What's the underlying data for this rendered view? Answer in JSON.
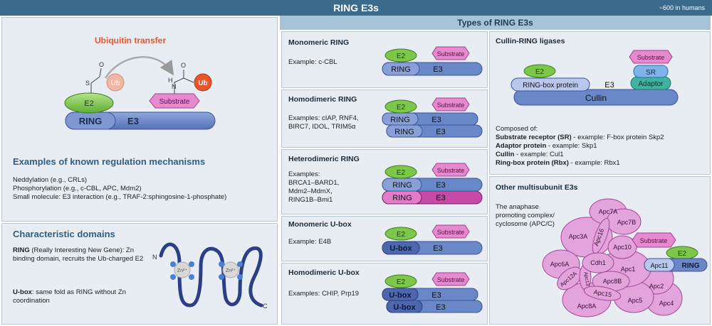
{
  "header": {
    "title": "RING E3s",
    "count": "~600 in humans"
  },
  "left": {
    "transfer_title": "Ubiquitin transfer",
    "labels": {
      "ub": "Ub",
      "e2": "E2",
      "substrate": "Substrate",
      "ring": "RING",
      "e3": "E3",
      "s": "S",
      "h": "H",
      "n": "N",
      "o": "O"
    },
    "regulation": {
      "title": "Examples of known regulation mechanisms",
      "lines": [
        "Neddylation (e.g., CRLs)",
        "Phosphorylation (e.g., c-CBL, APC, Mdm2)",
        "Small molecule: E3 interaction (e.g., TRAF-2:sphingosine-1-phosphate)"
      ]
    },
    "domains": {
      "title": "Characteristic domains",
      "ring_term": "RING",
      "ring_desc": " (Really Interesting New Gene): Zn binding domain, recruits the Ub-charged E2",
      "ubox_term": "U-box",
      "ubox_desc": ": same fold as RING without Zn coordination",
      "zn": "Zn²⁺",
      "n_label": "N",
      "c_label": "C"
    }
  },
  "types": {
    "title": "Types of RING E3s",
    "monomeric_ring": {
      "title": "Monomeric RING",
      "example": "Example: c-CBL"
    },
    "homodimeric_ring": {
      "title": "Homodimeric RING",
      "examples": [
        "Examples: cIAP, RNF4,",
        "BIRC7, IDOL, TRIM5α"
      ]
    },
    "heterodimeric_ring": {
      "title": "Heterodimeric RING",
      "examples": [
        "Examples:",
        "BRCA1–BARD1,",
        "Mdm2–MdmX,",
        "RING1B–Bmi1"
      ]
    },
    "monomeric_ubox": {
      "title": "Monomeric U-box",
      "example": "Example: E4B"
    },
    "homodimeric_ubox": {
      "title": "Homodimeric U-box",
      "example": "Examples: CHIP, Prp19"
    },
    "shape_labels": {
      "e2": "E2",
      "substrate": "Substrate",
      "ring": "RING",
      "e3": "E3",
      "ubox": "U-box"
    }
  },
  "crl": {
    "title": "Cullin-RING ligases",
    "labels": {
      "substrate": "Substrate",
      "sr": "SR",
      "adaptor": "Adaptor",
      "e2": "E2",
      "ringbox": "RING-box protein",
      "e3": "E3",
      "cullin": "Cullin"
    },
    "composed": "Composed of:",
    "items": [
      {
        "term": "Substrate receptor (SR)",
        "desc": " - example: F-box protein Skp2"
      },
      {
        "term": "Adaptor protein",
        "desc": " - example: Skp1"
      },
      {
        "term": "Cullin",
        "desc": " - example: Cul1"
      },
      {
        "term": "Ring-box protein (Rbx)",
        "desc": " -  example: Rbx1"
      }
    ]
  },
  "multi": {
    "title": "Other multisubunit E3s",
    "desc": [
      "The anaphase",
      "promoting complex/",
      "cyclosome (APC/C)"
    ],
    "subunits": [
      "Apc7A",
      "Apc7B",
      "Apc3A",
      "Apc16",
      "Apc10",
      "Apc6A",
      "Cdh1",
      "Apc12A",
      "Apc13",
      "Apc8B",
      "Apc1",
      "Apc15",
      "Apc8A",
      "Apc5",
      "Apc2",
      "Apc4",
      "Apc11"
    ],
    "substrate": "Substrate",
    "e2": "E2",
    "ring": "RING"
  },
  "colors": {
    "header": "#3a6b8c",
    "panel": "#e7edf3",
    "ring": "#6a87c7",
    "e2": "#7dc84a",
    "substrate": "#d85fb3",
    "ub": "#e8552a",
    "apc": "#e3a3db",
    "teal": "#3fb3a0"
  }
}
